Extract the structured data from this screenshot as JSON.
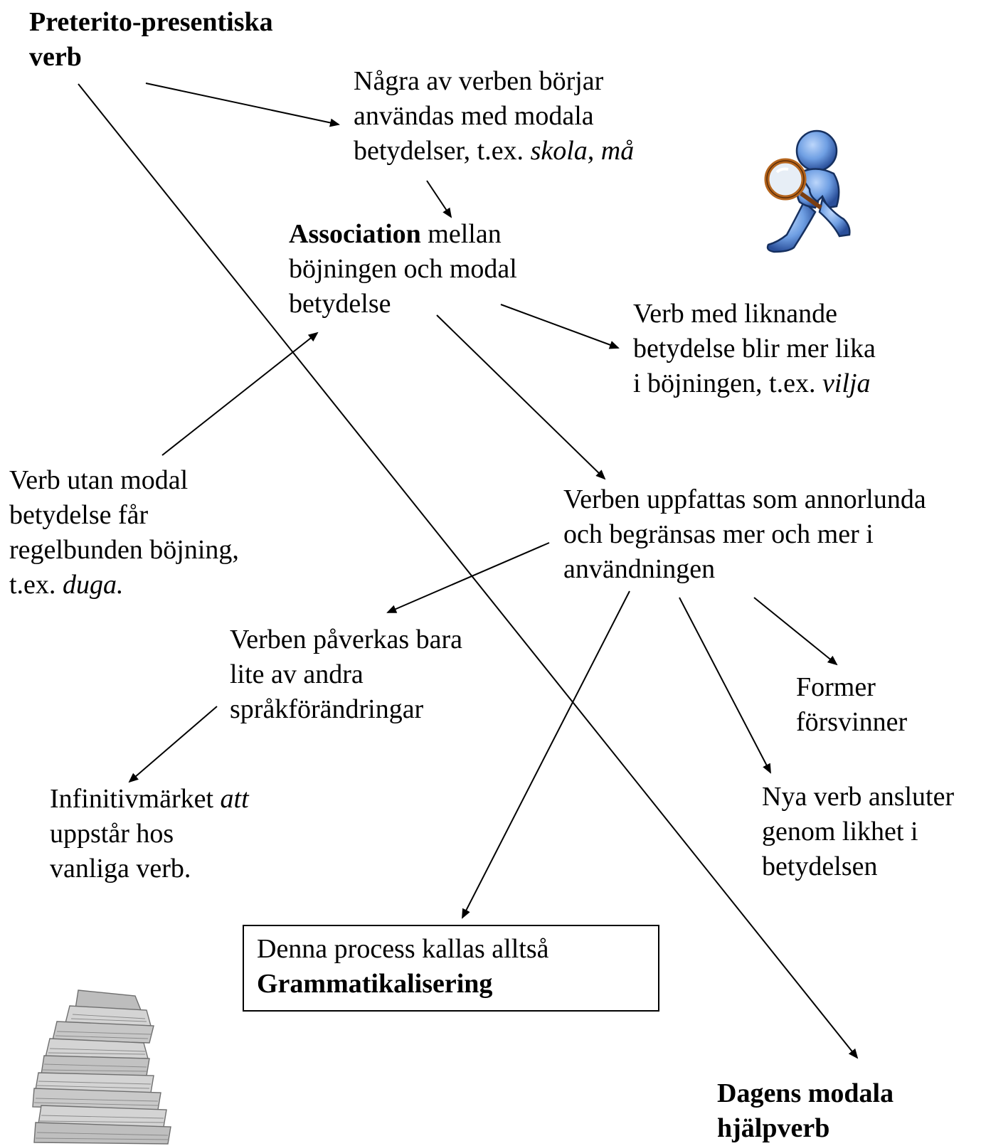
{
  "nodes": {
    "preterito": {
      "line1": "Preterito-presentiska",
      "line2": "verb"
    },
    "nagra": {
      "line1": "Några av verben börjar",
      "line2": "användas med modala",
      "line3_plain": "betydelser, t.ex. ",
      "line3_italic": "skola, må"
    },
    "association": {
      "line1_bold": "Association",
      "line1_rest": " mellan",
      "line2": "böjningen och modal",
      "line3": "betydelse"
    },
    "liknande": {
      "line1": "Verb med liknande",
      "line2": "betydelse blir mer lika",
      "line3_plain": "i böjningen, t.ex. ",
      "line3_italic": "vilja"
    },
    "utan_modal": {
      "line1": "Verb utan modal",
      "line2": "betydelse får",
      "line3": "regelbunden böjning,",
      "line4_plain": "t.ex. ",
      "line4_italic": "duga."
    },
    "annorlunda": {
      "line1": "Verben uppfattas som annorlunda",
      "line2": "och begränsas mer och mer i",
      "line3": "användningen"
    },
    "paverkas": {
      "line1": "Verben påverkas bara",
      "line2": "lite av andra",
      "line3": "språkförändringar"
    },
    "former": {
      "line1": "Former",
      "line2": "försvinner"
    },
    "infinitiv": {
      "line1_plain": "Infinitivmärket ",
      "line1_italic": "att",
      "line2": "uppstår hos",
      "line3": "vanliga verb."
    },
    "nya_verb": {
      "line1": "Nya verb ansluter",
      "line2": "genom likhet i",
      "line3": "betydelsen"
    },
    "process": {
      "line1": "Denna process kallas alltså",
      "line2": "Grammatikalisering"
    },
    "dagens": {
      "line1": "Dagens modala",
      "line2": "hjälpverb"
    }
  },
  "icons": {
    "person": "detective-person-with-magnifier-icon",
    "papers": "paper-stack-icon"
  },
  "colors": {
    "text": "#000000",
    "person_blue": "#5b8fd6",
    "magnifier_frame": "#b5651d",
    "paper_gray": "#9a9a9a"
  }
}
